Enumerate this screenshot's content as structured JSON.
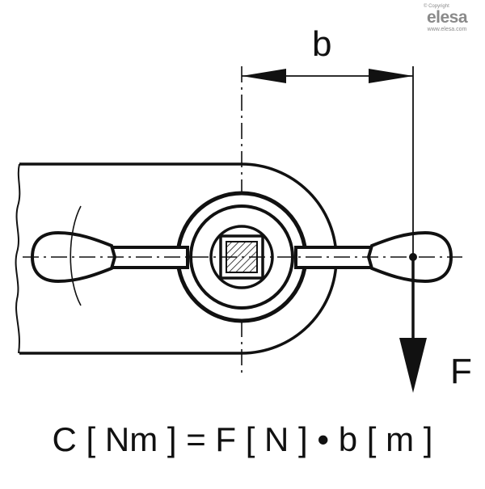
{
  "watermark": {
    "copyright": "© Copyright",
    "brand": "elesa",
    "site": "www.elesa.com"
  },
  "labels": {
    "b": "b",
    "F": "F"
  },
  "formula": "C [ Nm ] = F [ N ] • b [ m ]",
  "colors": {
    "line": "#111111",
    "watermark": "#8a8a8a",
    "background": "#ffffff"
  }
}
